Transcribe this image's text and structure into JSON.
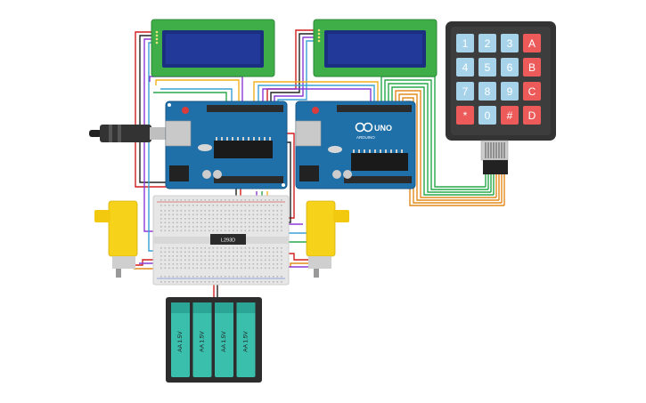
{
  "keypad": {
    "keys": [
      [
        "1",
        "2",
        "3",
        "A"
      ],
      [
        "4",
        "5",
        "6",
        "B"
      ],
      [
        "7",
        "8",
        "9",
        "C"
      ],
      [
        "*",
        "0",
        "#",
        "D"
      ]
    ]
  },
  "arduino": {
    "brand": "ARDUINO",
    "model": "UNO"
  },
  "driver_chip": {
    "label": "L293D"
  },
  "battery_pack": {
    "cell_labels": [
      "AA 1.5V",
      "AA 1.5V",
      "AA 1.5V",
      "AA 1.5V"
    ]
  },
  "colors": {
    "lcd_board": "#3fae49",
    "lcd_screen": "#1a2f80",
    "arduino_board": "#1f6fa8",
    "motor_yellow": "#f7d21b",
    "breadboard": "#e6e6e6",
    "battery_cell": "#3bbfad",
    "keypad_frame": "#333333",
    "keypad_key_blue": "#a7d3ea",
    "keypad_key_red": "#ec5a5a"
  }
}
